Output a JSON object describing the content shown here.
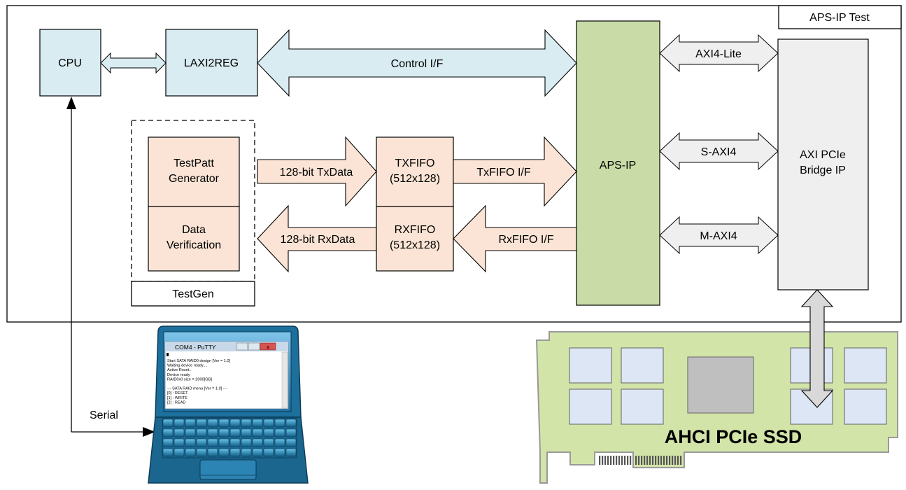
{
  "diagram": {
    "frame_title": "APS-IP Test",
    "blocks": {
      "cpu": "CPU",
      "laxi2reg": "LAXI2REG",
      "aps_ip": "APS-IP",
      "bridge_line1": "AXI PCIe",
      "bridge_line2": "Bridge IP",
      "testpatt_line1": "TestPatt",
      "testpatt_line2": "Generator",
      "verif_line1": "Data",
      "verif_line2": "Verification",
      "testgen": "TestGen",
      "txfifo_line1": "TXFIFO",
      "txfifo_line2": "(512x128)",
      "rxfifo_line1": "RXFIFO",
      "rxfifo_line2": "(512x128)"
    },
    "arrows": {
      "control": "Control I/F",
      "axi4_lite": "AXI4-Lite",
      "s_axi4": "S-AXI4",
      "m_axi4": "M-AXI4",
      "tx_data": "128-bit TxData",
      "rx_data": "128-bit RxData",
      "txfifo_if": "TxFIFO I/F",
      "rxfifo_if": "RxFIFO I/F",
      "serial": "Serial"
    },
    "ssd_label": "AHCI PCIe SSD",
    "putty": {
      "title": "COM4 - PuTTY",
      "lines": [
        "Start SATA RAID0 design [Ver = 1.0]",
        "Waiting device ready....",
        "Active Reset..",
        "Device ready",
        "RAID0x0 size = 2000[GB]",
        "",
        "--- SATA RAID menu [Ver = 1.0] ---",
        "[0] : RESET",
        "[1] : WRITE",
        "[2] : READ"
      ]
    },
    "colors": {
      "blue_block": "#d9ecf1",
      "peach_block": "#fbe4d5",
      "green_block": "#c9dba6",
      "gray_block": "#efefef",
      "pcb_green": "#d2e4a8"
    }
  }
}
